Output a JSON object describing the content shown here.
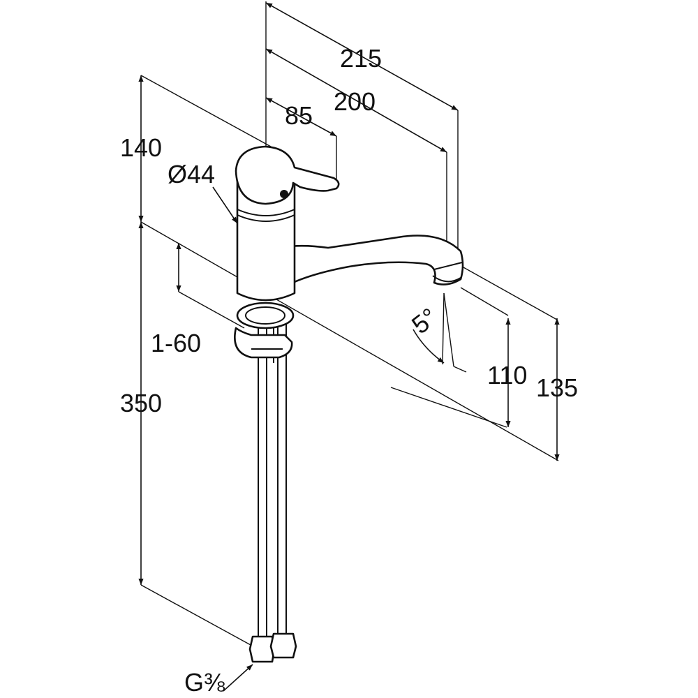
{
  "dimensions": {
    "total_reach": "215",
    "spout_reach": "200",
    "lever_offset": "85",
    "body_height": "140",
    "body_diameter": "Ø44",
    "deck_thickness": "1-60",
    "hose_length": "350",
    "spout_angle": "5°",
    "outlet_height": "110",
    "spout_height": "135",
    "thread": "G⅜"
  }
}
